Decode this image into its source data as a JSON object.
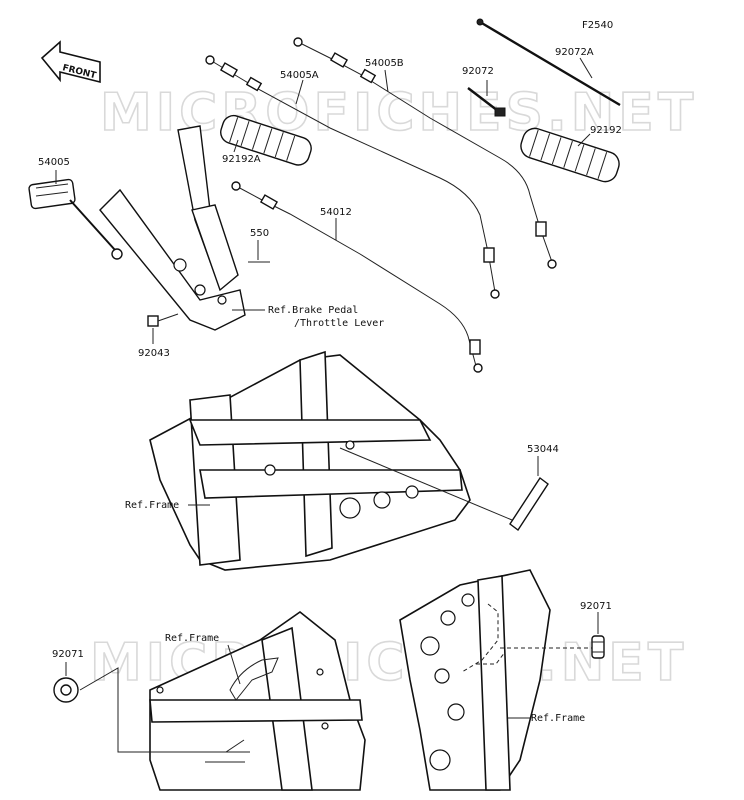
{
  "diagram": {
    "code": "F2540",
    "direction_arrow": "FRONT",
    "watermark": "MICROFICHES.NET",
    "part_labels": {
      "p54005": "54005",
      "p54005A": "54005A",
      "p54005B": "54005B",
      "p92072": "92072",
      "p92072A": "92072A",
      "p92192": "92192",
      "p92192A": "92192A",
      "p54012": "54012",
      "p550": "550",
      "p92043": "92043",
      "p53044": "53044",
      "p92071_left": "92071",
      "p92071_right": "92071"
    },
    "reference_labels": {
      "brake_line1": "Ref.Brake Pedal",
      "brake_line2": "/Throttle Lever",
      "frame_mid": "Ref.Frame",
      "frame_bottom_left": "Ref.Frame",
      "frame_bottom_right": "Ref.Frame"
    }
  }
}
